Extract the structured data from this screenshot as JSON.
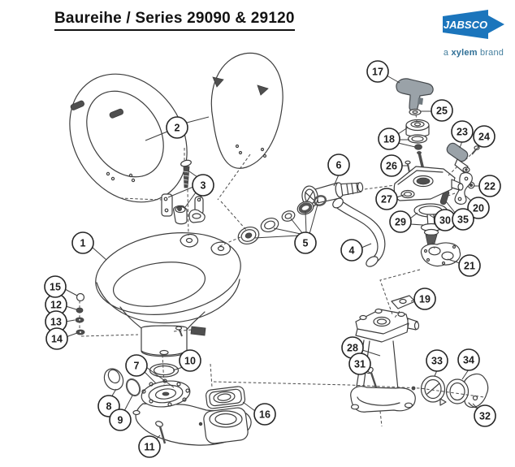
{
  "title": "Baureihe / Series 29090 & 29120",
  "logo": {
    "brand": "JABSCO",
    "tagline": {
      "prefix": "a",
      "brand": "xylem",
      "suffix": "brand"
    },
    "colors": {
      "flag": "#1b75bc",
      "tagline": "#47809f"
    }
  },
  "diagram": {
    "type": "exploded-parts-diagram",
    "colors": {
      "line": "#3d3d3d",
      "rubber": "#4f4f4f",
      "grip": "#9aa2a8"
    },
    "callouts": [
      "1",
      "2",
      "3",
      "4",
      "5",
      "6",
      "7",
      "8",
      "9",
      "10",
      "11",
      "12",
      "13",
      "14",
      "15",
      "16",
      "17",
      "18",
      "19",
      "20",
      "21",
      "22",
      "23",
      "24",
      "25",
      "26",
      "27",
      "28",
      "29",
      "30",
      "31",
      "32",
      "33",
      "34",
      "35"
    ]
  }
}
